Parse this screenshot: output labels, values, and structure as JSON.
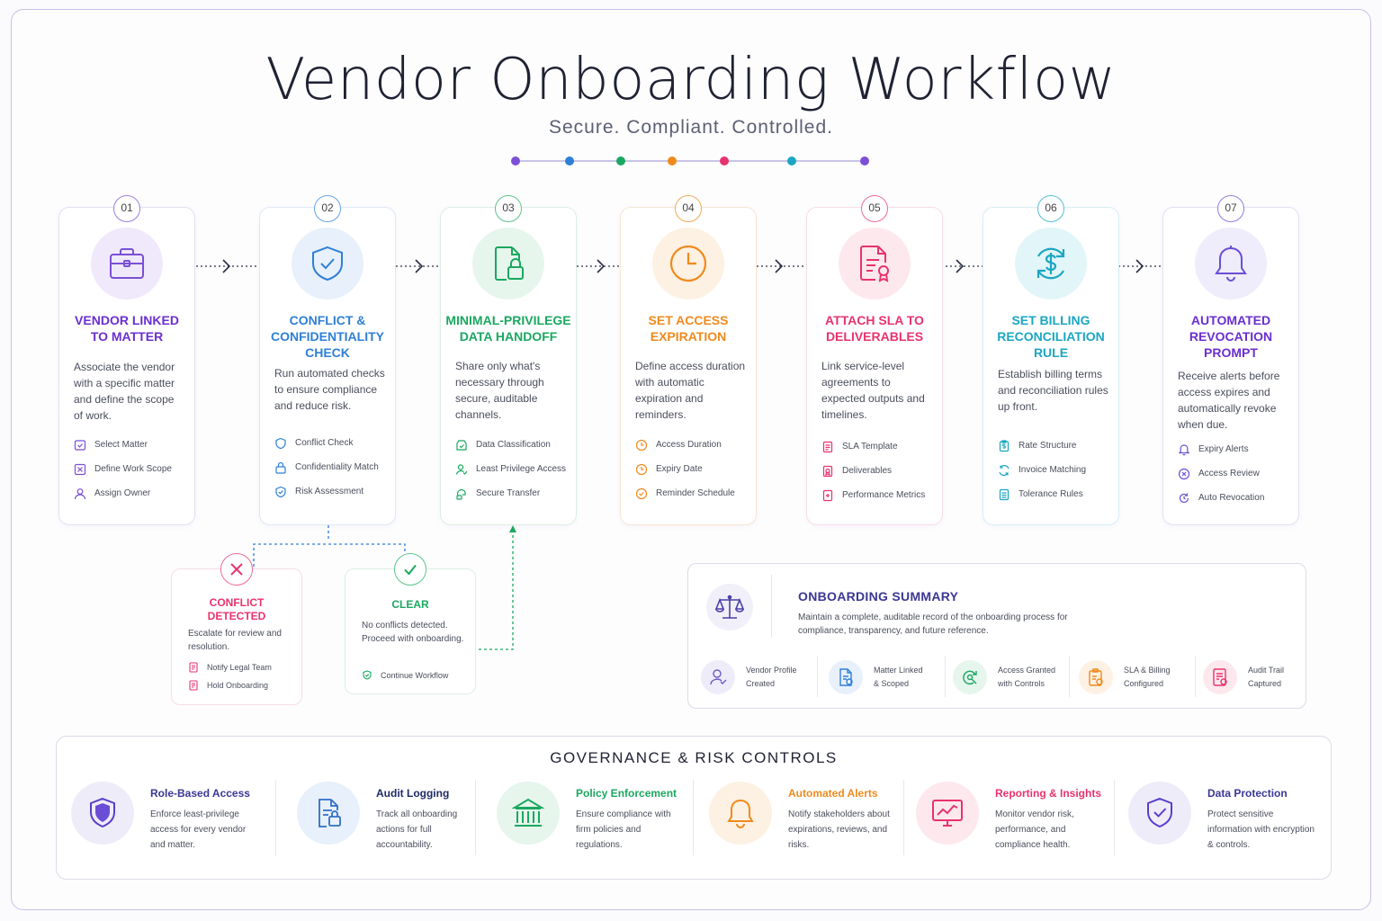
{
  "title": "Vendor Onboarding Workflow",
  "subtitle": "Secure. Compliant. Controlled.",
  "palette": {
    "purple": "#7b4fd6",
    "blue": "#2f7fd6",
    "green": "#1aa860",
    "orange": "#f08a1c",
    "pink": "#e8336d",
    "teal": "#1ba6c2",
    "violet": "#6a4ed6",
    "title_purple": "#6a2fd1",
    "summary_title": "#3b3794"
  },
  "steps": [
    {
      "num": "01",
      "title": "VENDOR LINKED TO MATTER",
      "title_lines": [
        "VENDOR LINKED",
        "TO MATTER"
      ],
      "desc": "Associate the vendor with a specific matter and define the scope of work.",
      "icon": "briefcase-icon",
      "items": [
        "Select Matter",
        "Define Work Scope",
        "Assign Owner"
      ]
    },
    {
      "num": "02",
      "title": "CONFLICT & CONFIDENTIALITY CHECK",
      "title_lines": [
        "CONFLICT &",
        "CONFIDENTIALITY",
        "CHECK"
      ],
      "desc": "Run automated checks to ensure compliance and reduce risk.",
      "icon": "shield-check-icon",
      "items": [
        "Conflict Check",
        "Confidentiality Match",
        "Risk Assessment"
      ]
    },
    {
      "num": "03",
      "title": "MINIMAL-PRIVILEGE DATA HANDOFF",
      "title_lines": [
        "MINIMAL-PRIVILEGE",
        "DATA HANDOFF"
      ],
      "desc": "Share only what's necessary through secure, auditable channels.",
      "icon": "file-lock-icon",
      "items": [
        "Data Classification",
        "Least Privilege Access",
        "Secure Transfer"
      ]
    },
    {
      "num": "04",
      "title": "SET ACCESS EXPIRATION",
      "title_lines": [
        "SET ACCESS",
        "EXPIRATION"
      ],
      "desc": "Define access duration with automatic expiration and reminders.",
      "icon": "clock-icon",
      "items": [
        "Access Duration",
        "Expiry Date",
        "Reminder Schedule"
      ]
    },
    {
      "num": "05",
      "title": "ATTACH SLA TO DELIVERABLES",
      "title_lines": [
        "ATTACH SLA TO",
        "DELIVERABLES"
      ],
      "desc": "Link service-level agreements to expected outputs and timelines.",
      "icon": "document-award-icon",
      "items": [
        "SLA Template",
        "Deliverables",
        "Performance Metrics"
      ]
    },
    {
      "num": "06",
      "title": "SET BILLING RECONCILIATION RULE",
      "title_lines": [
        "SET BILLING",
        "RECONCILIATION",
        "RULE"
      ],
      "desc": "Establish billing terms and reconciliation rules up front.",
      "icon": "dollar-refresh-icon",
      "items": [
        "Rate Structure",
        "Invoice Matching",
        "Tolerance Rules"
      ]
    },
    {
      "num": "07",
      "title": "AUTOMATED REVOCATION PROMPT",
      "title_lines": [
        "AUTOMATED",
        "REVOCATION",
        "PROMPT"
      ],
      "desc": "Receive alerts before access expires and automatically revoke when due.",
      "icon": "bell-icon",
      "items": [
        "Expiry Alerts",
        "Access Review",
        "Auto Revocation"
      ]
    }
  ],
  "branches": {
    "conflict": {
      "title": "CONFLICT DETECTED",
      "title_lines": [
        "CONFLICT",
        "DETECTED"
      ],
      "desc": "Escalate for review and resolution.",
      "items": [
        "Notify Legal Team",
        "Hold Onboarding"
      ]
    },
    "clear": {
      "title": "CLEAR",
      "desc": "No conflicts detected. Proceed with onboarding.",
      "items": [
        "Continue Workflow"
      ]
    }
  },
  "summary": {
    "title": "ONBOARDING SUMMARY",
    "desc": "Maintain a complete, auditable record of the onboarding process for compliance, transparency, and future reference.",
    "items": [
      {
        "lines": [
          "Vendor Profile",
          "Created"
        ],
        "icon": "user-icon"
      },
      {
        "lines": [
          "Matter Linked",
          "& Scoped"
        ],
        "icon": "document-icon"
      },
      {
        "lines": [
          "Access Granted",
          "with Controls"
        ],
        "icon": "access-icon"
      },
      {
        "lines": [
          "SLA & Billing",
          "Configured"
        ],
        "icon": "clipboard-icon"
      },
      {
        "lines": [
          "Audit Trail",
          "Captured"
        ],
        "icon": "audit-icon"
      }
    ]
  },
  "governance": {
    "title": "GOVERNANCE & RISK CONTROLS",
    "items": [
      {
        "title": "Role-Based Access",
        "desc": "Enforce least-privilege access for every vendor and matter.",
        "icon": "shield-icon"
      },
      {
        "title": "Audit Logging",
        "desc": "Track all onboarding actions for full accountability.",
        "icon": "file-lock-icon"
      },
      {
        "title": "Policy Enforcement",
        "desc": "Ensure compliance with firm policies and regulations.",
        "icon": "building-icon"
      },
      {
        "title": "Automated Alerts",
        "desc": "Notify stakeholders about expirations, reviews, and risks.",
        "icon": "bell-icon"
      },
      {
        "title": "Reporting & Insights",
        "desc": "Monitor vendor risk, performance, and compliance health.",
        "icon": "chart-monitor-icon"
      },
      {
        "title": "Data Protection",
        "desc": "Protect sensitive information with encryption & controls.",
        "icon": "shield-check-icon"
      }
    ]
  }
}
